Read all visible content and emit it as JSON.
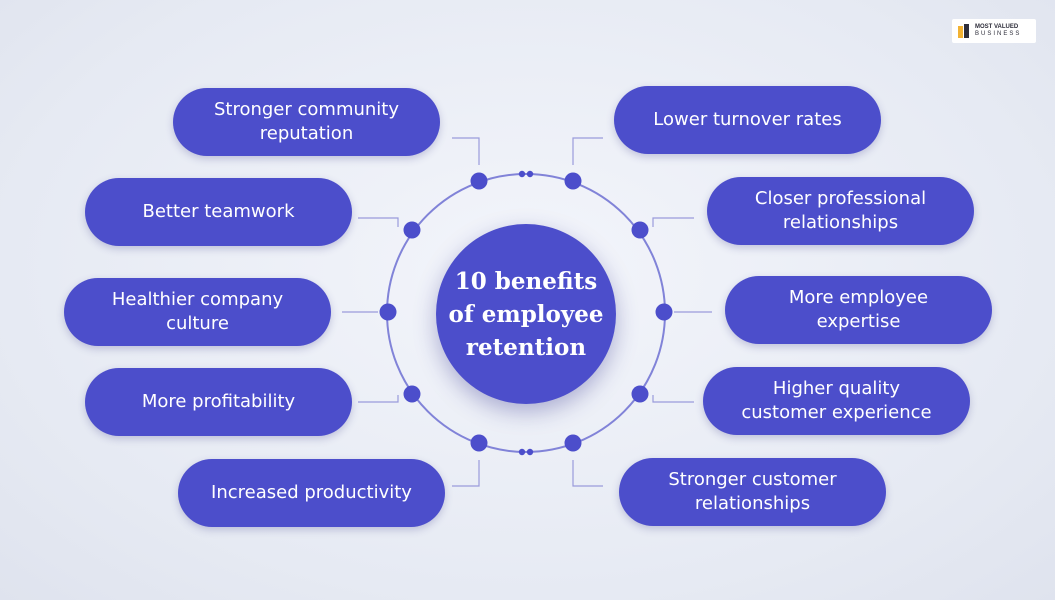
{
  "center": {
    "title": "10 benefits\nof employee\nretention"
  },
  "logo": {
    "line1": "MOST VALUED",
    "line2": "BUSINESS"
  },
  "benefits_left": [
    "Stronger community\nreputation",
    "Better teamwork",
    "Healthier company\nculture",
    "More profitability",
    "Increased productivity"
  ],
  "benefits_right": [
    "Lower turnover rates",
    "Closer professional\nrelationships",
    "More employee\nexpertise",
    "Higher quality\ncustomer experience",
    "Stronger customer\nrelationships"
  ],
  "colors": {
    "accent": "#4c4ecb",
    "line": "#7d7fd6",
    "background": "#e8ecf4",
    "text": "#ffffff"
  }
}
